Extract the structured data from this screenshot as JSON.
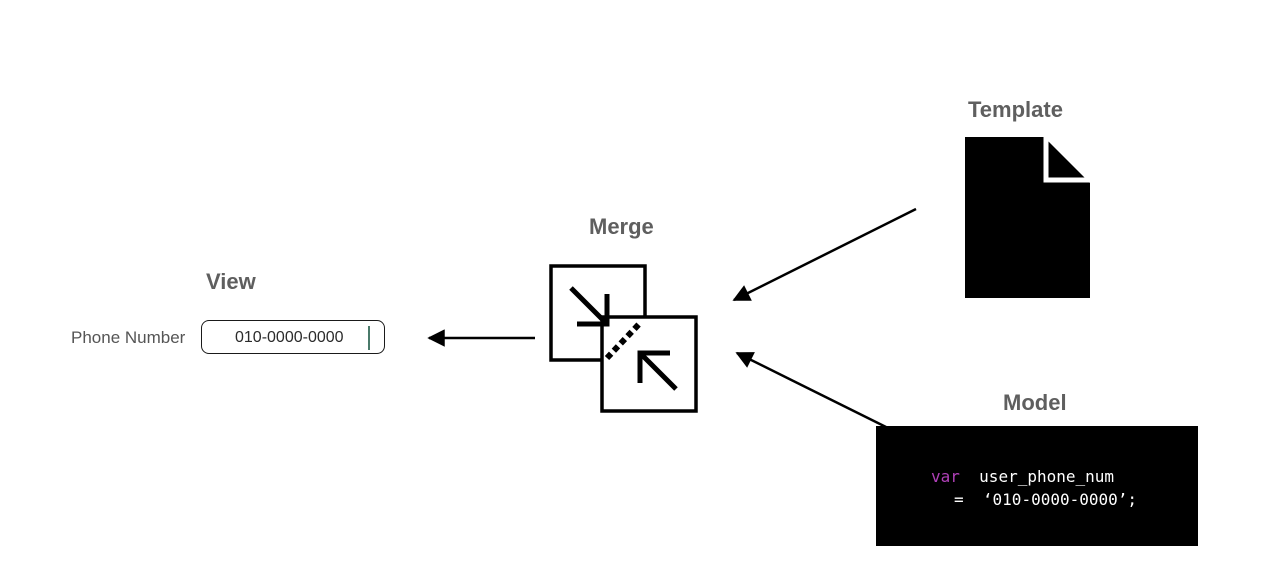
{
  "view": {
    "heading": "View",
    "field_label": "Phone Number",
    "field_value": "010-0000-0000"
  },
  "merge": {
    "heading": "Merge",
    "icon": "merge-icon"
  },
  "template": {
    "heading": "Template",
    "icon": "document-icon"
  },
  "model": {
    "heading": "Model",
    "code": {
      "keyword": "var",
      "identifier": "user_phone_num",
      "operator": "=",
      "value": "‘010-0000-0000’;"
    }
  },
  "colors": {
    "heading": "#5f5f5f",
    "keyword": "#b040b8",
    "code_bg": "#000000"
  }
}
